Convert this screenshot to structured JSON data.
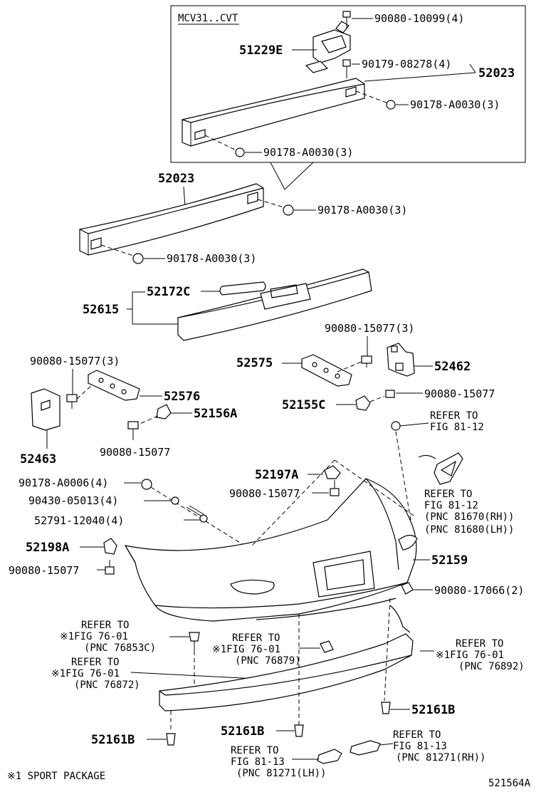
{
  "inset": {
    "title": "MCV31..CVT"
  },
  "parts": {
    "p_90080_10099": "90080-10099(4)",
    "p_51229E": "51229E",
    "p_90179_08278": "90179-08278(4)",
    "p_52023_inset": "52023",
    "p_90178_A0030_inset_r": "90178-A0030(3)",
    "p_90178_A0030_inset_b": "90178-A0030(3)",
    "p_52023": "52023",
    "p_90178_A0030_a": "90178-A0030(3)",
    "p_90178_A0030_b": "90178-A0030(3)",
    "p_52172C": "52172C",
    "p_52615": "52615",
    "p_90080_15077_r3": "90080-15077(3)",
    "p_52575": "52575",
    "p_52462": "52462",
    "p_90080_15077_l3": "90080-15077(3)",
    "p_52576": "52576",
    "p_52155C": "52155C",
    "p_90080_15077_r": "90080-15077",
    "p_52156A": "52156A",
    "p_52463": "52463",
    "p_90080_15077_l": "90080-15077",
    "p_52197A": "52197A",
    "p_90178_A0006": "90178-A0006(4)",
    "p_90080_15077_m": "90080-15077",
    "p_90430_05013": "90430-05013(4)",
    "p_52791_12040": "52791-12040(4)",
    "p_52198A": "52198A",
    "p_52159": "52159",
    "p_90080_15077_ll": "90080-15077",
    "p_90080_17066": "90080-17066(2)",
    "p_52161B_r": "52161B",
    "p_52161B_l": "52161B",
    "p_52161B_m": "52161B"
  },
  "refs": {
    "fig8112": {
      "l1": "REFER TO",
      "l2": "FIG 81-12"
    },
    "fig8112_pnc": {
      "l1": "REFER TO",
      "l2": "FIG 81-12",
      "l3": "(PNC 81670(RH))",
      "l4": "(PNC 81680(LH))"
    },
    "fig7601_76853C": {
      "l1": "REFER TO",
      "l2": "※1FIG 76-01",
      "l3": "(PNC 76853C)"
    },
    "fig7601_76879": {
      "l1": "REFER TO",
      "l2": "※1FIG 76-01",
      "l3": "(PNC 76879)"
    },
    "fig7601_76892": {
      "l1": "REFER TO",
      "l2": "※1FIG 76-01",
      "l3": "(PNC 76892)"
    },
    "fig7601_76872": {
      "l1": "REFER TO",
      "l2": "※1FIG 76-01",
      "l3": "(PNC 76872)"
    },
    "fig8113_rh": {
      "l1": "REFER TO",
      "l2": "FIG 81-13",
      "l3": "(PNC 81271(RH))"
    },
    "fig8113_lh": {
      "l1": "REFER TO",
      "l2": "FIG 81-13",
      "l3": "(PNC 81271(LH))"
    }
  },
  "footnote": "※1 SPORT PACKAGE",
  "drawing_id": "521564A"
}
